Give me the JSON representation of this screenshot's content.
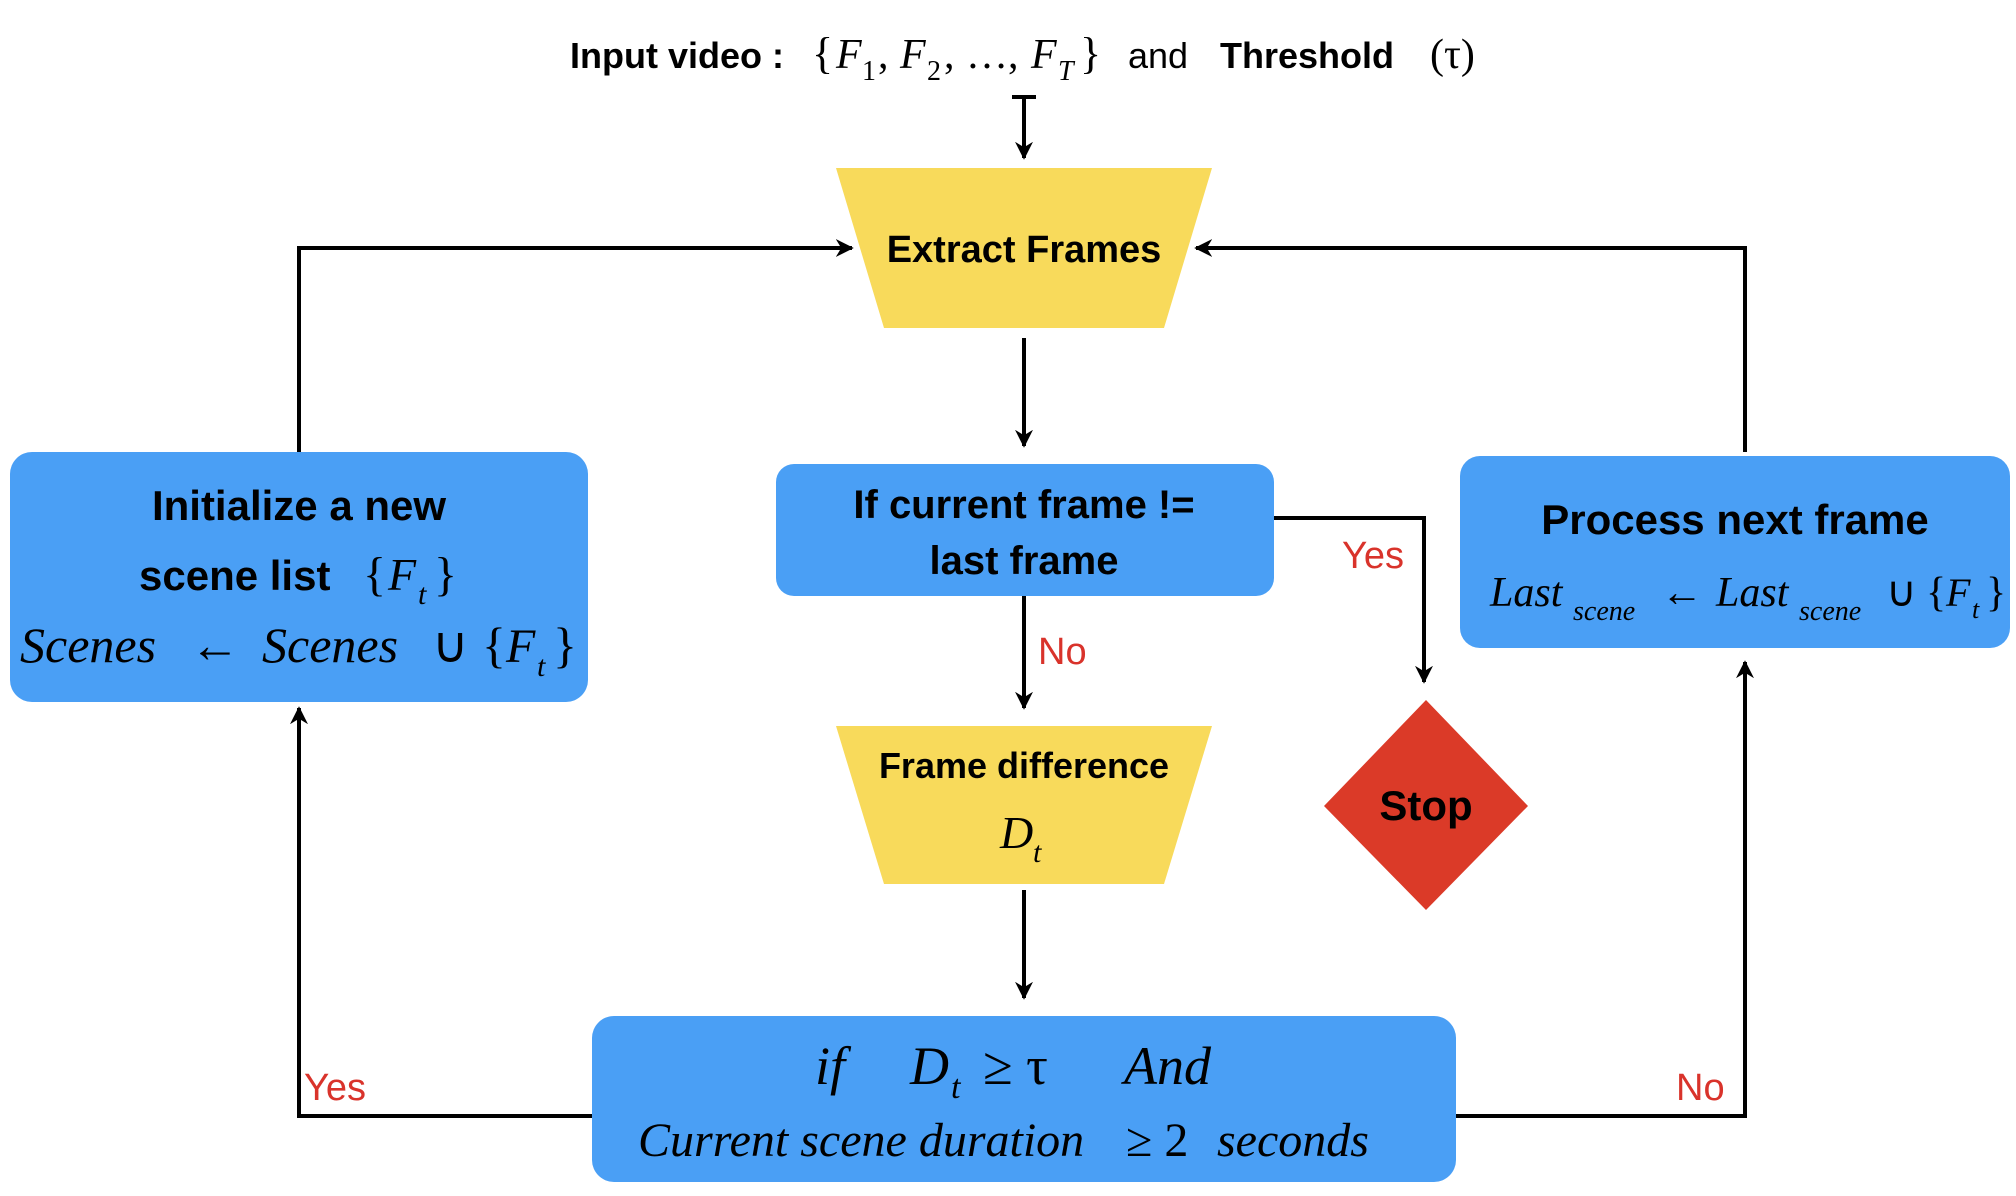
{
  "header": {
    "input_label": "Input video :",
    "input_set_open": "{",
    "frame_symbol": "F",
    "sub_1": "1",
    "comma": ",",
    "sub_2": "2",
    "ellipsis": "…",
    "sub_T": "T",
    "input_set_close": "}",
    "and_text": "and",
    "threshold_label": "Threshold",
    "tau_paren": "(τ)"
  },
  "nodes": {
    "extract": {
      "label": "Extract Frames"
    },
    "check": {
      "line1": "If current frame !=",
      "line2": "last frame"
    },
    "difference": {
      "label": "Frame difference",
      "symbol": "D",
      "sub": "t"
    },
    "stop": {
      "label": "Stop"
    },
    "condition": {
      "if_word": "if",
      "d_symbol": "D",
      "d_sub": "t",
      "relation": "≥ τ",
      "and_word": "And",
      "line2": "Current scene duration",
      "line2_rel": "≥ 2",
      "line2_unit": "seconds"
    },
    "initialize": {
      "line1": "Initialize a new",
      "line2": "scene list",
      "set_open": "{",
      "f": "F",
      "f_sub": "t",
      "set_close": "}",
      "scenes_a": "Scenes",
      "arrow": "←",
      "scenes_b": "Scenes",
      "union": "∪"
    },
    "process": {
      "title": "Process next frame",
      "last_a": "Last",
      "sub_a": "scene",
      "arrow": "←",
      "last_b": "Last",
      "sub_b": "scene",
      "union": "∪",
      "set_open": "{",
      "f": "F",
      "f_sub": "t",
      "set_close": "}"
    }
  },
  "edge_labels": {
    "check_yes": "Yes",
    "check_no": "No",
    "condition_yes": "Yes",
    "condition_no": "No"
  },
  "colors": {
    "process_blue": "#4a9ff5",
    "frame_yellow": "#f8da5b",
    "stop_red": "#db3a28",
    "label_red": "#d9332b"
  }
}
